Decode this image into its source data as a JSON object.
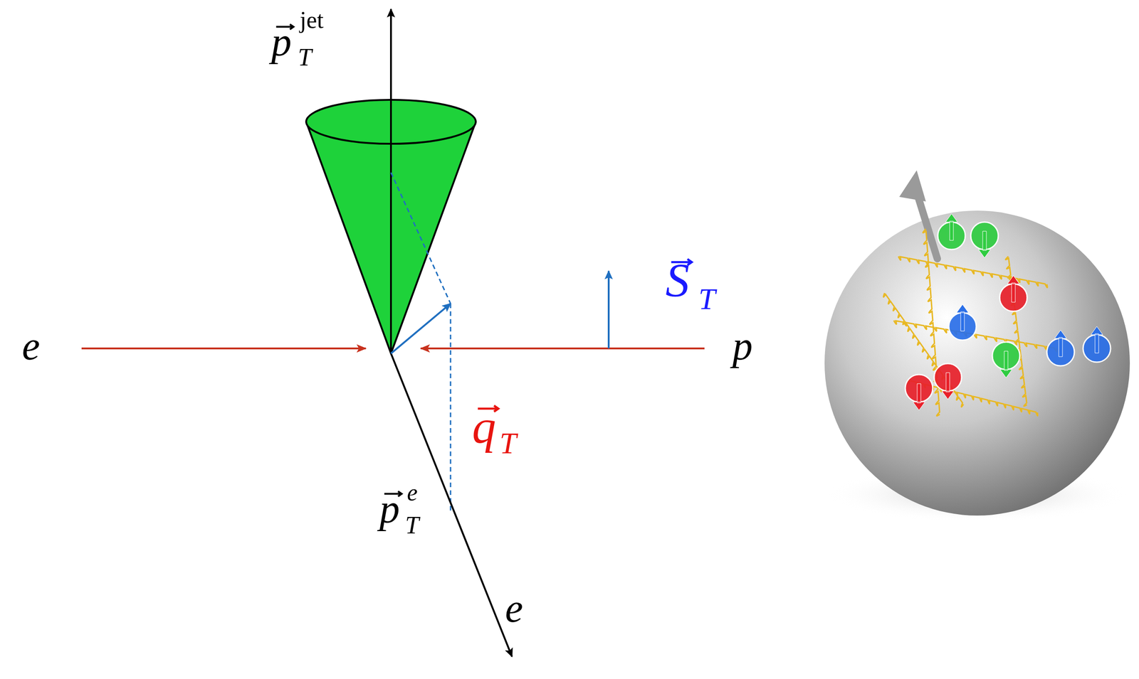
{
  "diagram": {
    "labels": [
      "p",
      "T",
      "jet",
      "e",
      "p",
      "S",
      "T",
      "q",
      "T",
      "p",
      "T",
      "e",
      "e"
    ]
  }
}
